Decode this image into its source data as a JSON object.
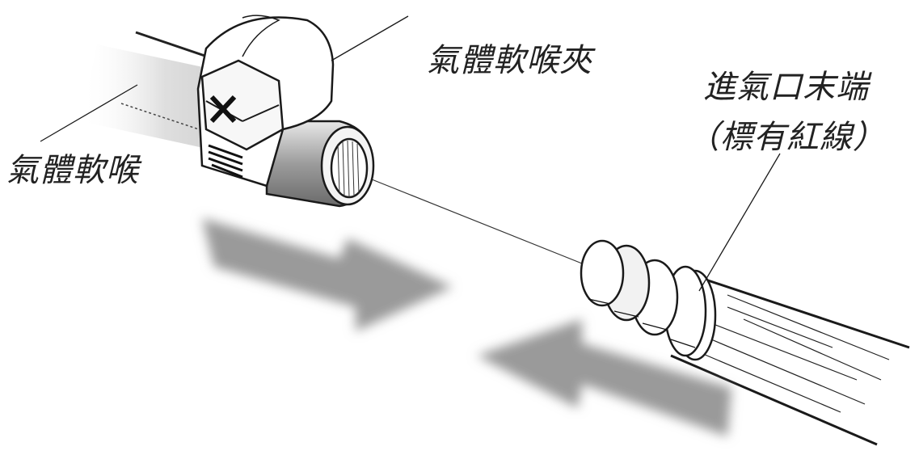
{
  "labels": {
    "hose_clamp": "氣體軟喉夾",
    "gas_hose": "氣體軟喉",
    "inlet_end": "進氣口末端",
    "red_line_note": "（標有紅線）"
  },
  "colors": {
    "ink": "#1a1a1a",
    "arrow": "#9a9a9a",
    "shade": "#d6d6d6"
  }
}
